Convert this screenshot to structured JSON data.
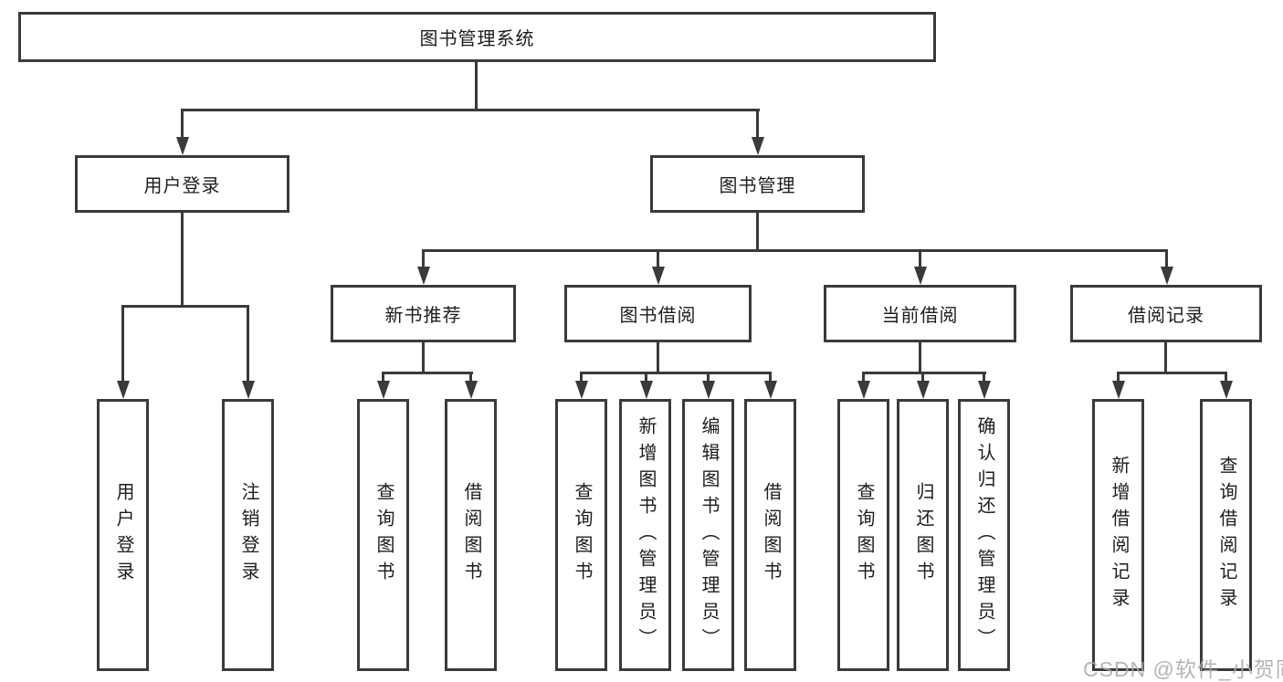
{
  "diagram": {
    "root": "图书管理系统",
    "branches": {
      "user_login": "用户登录",
      "book_mgmt": "图书管理"
    },
    "modules": {
      "new_books": "新书推荐",
      "book_borrow": "图书借阅",
      "current_borrow": "当前借阅",
      "borrow_records": "借阅记录"
    },
    "leaves": {
      "user_login": [
        "用户登录",
        "注销登录"
      ],
      "new_books": [
        "查询图书",
        "借阅图书"
      ],
      "book_borrow": [
        "查询图书",
        "新增图书（管理员）",
        "编辑图书（管理员）",
        "借阅图书"
      ],
      "current_borrow": [
        "查询图书",
        "归还图书",
        "确认归还（管理员）"
      ],
      "borrow_records": [
        "新增借阅记录",
        "查询借阅记录"
      ]
    }
  },
  "watermark": {
    "text": "CSDN @软件_小贺同学"
  },
  "colors": {
    "line": "#3a3a3a",
    "text": "#1d1d1d",
    "background": "#ffffff",
    "watermark": "#a9a9a9"
  }
}
